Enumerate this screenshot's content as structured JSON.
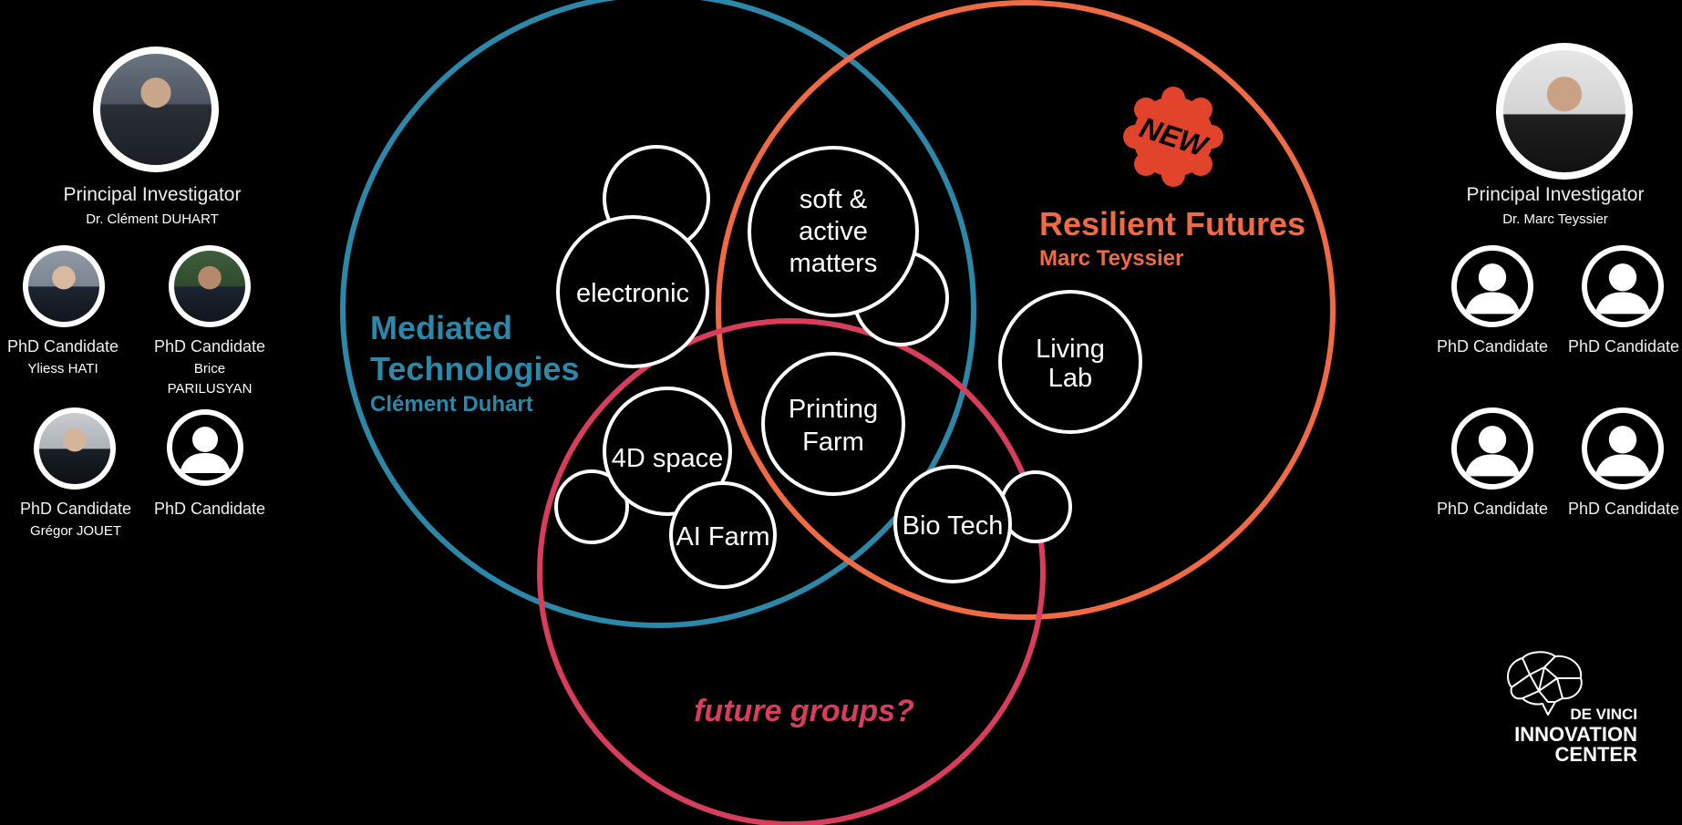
{
  "groups": {
    "mediated": {
      "title_line1": "Mediated",
      "title_line2": "Technologies",
      "lead": "Clément Duhart",
      "color": "#2c88a8"
    },
    "resilient": {
      "title": "Resilient Futures",
      "lead": "Marc Teyssier",
      "color": "#f06a43"
    },
    "future": {
      "title": "future groups?",
      "color": "#d93d5c"
    }
  },
  "topics": {
    "electronic": "electronic",
    "soft_line1": "soft &",
    "soft_line2": "active",
    "soft_line3": "matters",
    "living_line1": "Living",
    "living_line2": "Lab",
    "printing_line1": "Printing",
    "printing_line2": "Farm",
    "space": "4D space",
    "ai_farm": "AI Farm",
    "bio_tech": "Bio Tech"
  },
  "badge": {
    "text": "NEW",
    "color": "#e2442b"
  },
  "left_team": {
    "pi_role": "Principal Investigator",
    "pi_name": "Dr. Clément DUHART",
    "members": [
      {
        "role": "PhD Candidate",
        "name": "Yliess HATI"
      },
      {
        "role": "PhD Candidate",
        "name_line1": "Brice",
        "name_line2": "PARILUSYAN"
      },
      {
        "role": "PhD Candidate",
        "name": "Grégor JOUET"
      },
      {
        "role": "PhD Candidate",
        "name": ""
      }
    ]
  },
  "right_team": {
    "pi_role": "Principal Investigator",
    "pi_name": "Dr. Marc Teyssier",
    "members": [
      {
        "role": "PhD Candidate"
      },
      {
        "role": "PhD Candidate"
      },
      {
        "role": "PhD Candidate"
      },
      {
        "role": "PhD Candidate"
      }
    ]
  },
  "logo": {
    "line1": "DE VINCI",
    "line2": "INNOVATION",
    "line3": "CENTER"
  },
  "icons": {
    "placeholder": "user-placeholder-icon",
    "brain": "brain-icon"
  }
}
